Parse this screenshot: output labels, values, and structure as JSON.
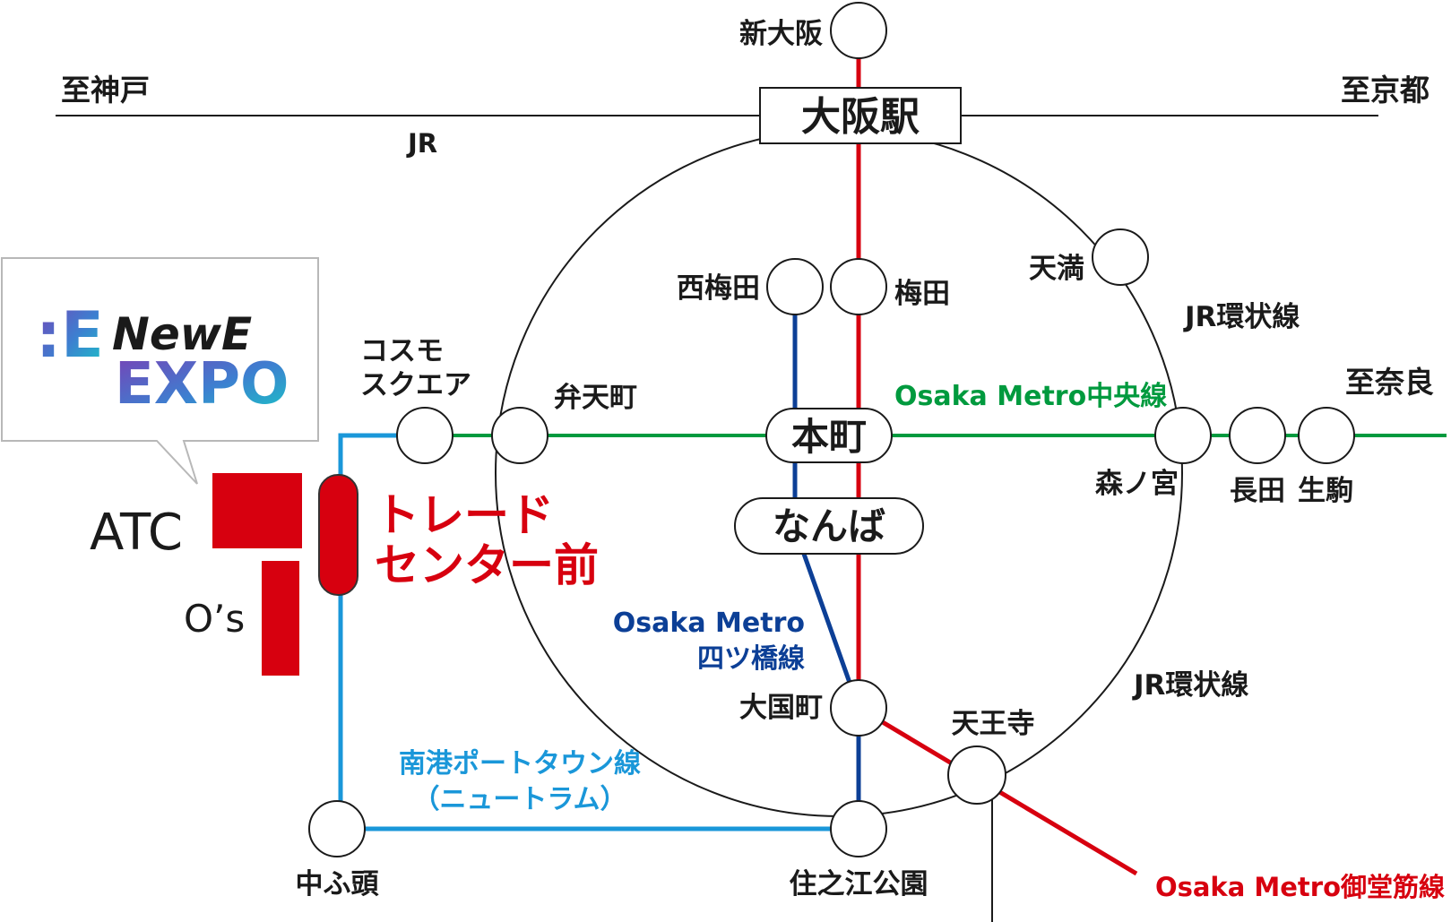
{
  "colors": {
    "midosuji": "#d7000f",
    "chuo": "#009a3e",
    "yotsubashi": "#0c3f96",
    "newtram": "#1a97d9",
    "jr": "#1a1a1a"
  },
  "directions": {
    "kobe": "至神戸",
    "kyoto": "至京都",
    "nara": "至奈良"
  },
  "lines": {
    "jr": "JR",
    "loop_upper": "JR環状線",
    "loop_lower": "JR環状線",
    "chuo": "Osaka Metro中央線",
    "yotsubashi_1": "Osaka Metro",
    "yotsubashi_2": "四ツ橋線",
    "newtram_1": "南港ポートタウン線",
    "newtram_2": "（ニュートラム）",
    "midosuji": "Osaka Metro御堂筋線"
  },
  "stations": {
    "shin_osaka": "新大阪",
    "osaka": "大阪駅",
    "nishi_umeda": "西梅田",
    "umeda": "梅田",
    "tenma": "天満",
    "cosmo_1": "コスモ",
    "cosmo_2": "スクエア",
    "bentencho": "弁天町",
    "honmachi": "本町",
    "morinomiya": "森ノ宮",
    "nagata": "長田",
    "ikoma": "生駒",
    "namba": "なんば",
    "daikokucho": "大国町",
    "tennoji": "天王寺",
    "nakafuto": "中ふ頭",
    "suminoe": "住之江公園",
    "trade_center_1": "トレード",
    "trade_center_2": "センター前"
  },
  "buildings": {
    "atc": "ATC",
    "os": "O’s"
  },
  "logo": {
    "name": "NewE",
    "expo": "EXPO",
    "mark": ":E"
  }
}
